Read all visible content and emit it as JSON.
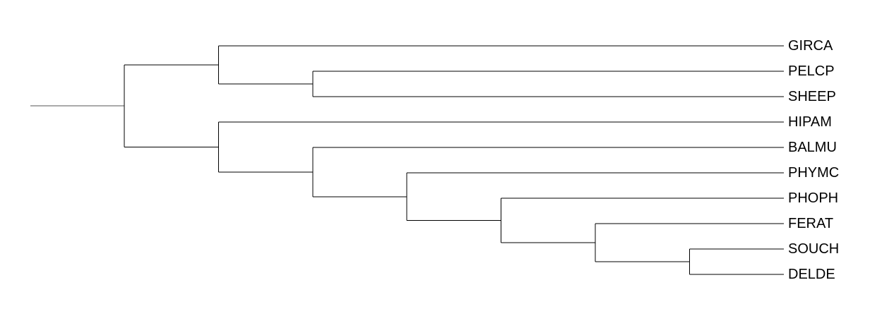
{
  "tree": {
    "type": "phylogram-cladogram",
    "orientation": "left-to-right",
    "line_color": "#000000",
    "root_stem_color": "#555555",
    "label_color": "#000000",
    "background": "#ffffff",
    "taxa": [
      "GIRCA",
      "PELCP",
      "SHEEP",
      "HIPAM",
      "BALMU",
      "PHYMC",
      "PHOPH",
      "FERAT",
      "SOUCH",
      "DELDE"
    ],
    "topology": {
      "children": [
        {
          "children": [
            {
              "name": "GIRCA"
            },
            {
              "children": [
                {
                  "name": "PELCP"
                },
                {
                  "name": "SHEEP"
                }
              ]
            }
          ]
        },
        {
          "children": [
            {
              "name": "HIPAM"
            },
            {
              "children": [
                {
                  "name": "BALMU"
                },
                {
                  "children": [
                    {
                      "name": "PHYMC"
                    },
                    {
                      "children": [
                        {
                          "name": "PHOPH"
                        },
                        {
                          "children": [
                            {
                              "name": "FERAT"
                            },
                            {
                              "children": [
                                {
                                  "name": "SOUCH"
                                },
                                {
                                  "name": "DELDE"
                                }
                              ]
                            }
                          ]
                        }
                      ]
                    }
                  ]
                }
              ]
            }
          ]
        }
      ]
    }
  }
}
